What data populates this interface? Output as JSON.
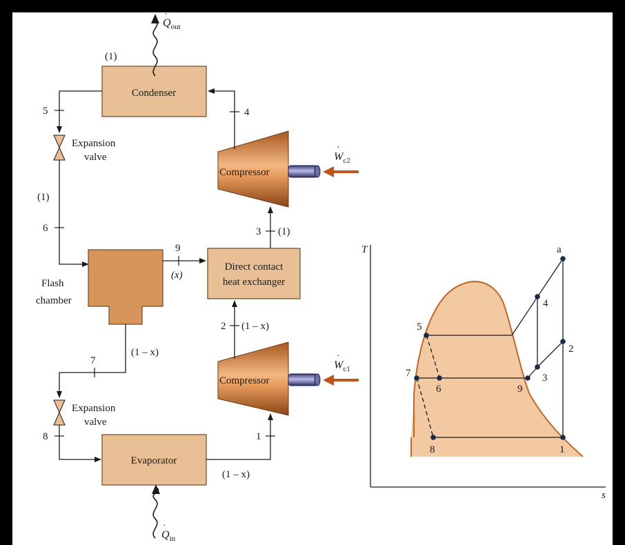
{
  "components": {
    "condenser": "Condenser",
    "expansion_valve_upper_line1": "Expansion",
    "expansion_valve_upper_line2": "valve",
    "expansion_valve_lower_line1": "Expansion",
    "expansion_valve_lower_line2": "valve",
    "flash_chamber_line1": "Flash",
    "flash_chamber_line2": "chamber",
    "hx_line1": "Direct contact",
    "hx_line2": "heat exchanger",
    "compressor_high": "Compressor",
    "compressor_low": "Compressor",
    "evaporator": "Evaporator"
  },
  "energy": {
    "q_out": "Q",
    "q_out_sub": "out",
    "q_in": "Q",
    "q_in_sub": "in",
    "w_c2": "W",
    "w_c2_sub": "c2",
    "w_c1": "W",
    "w_c1_sub": "c1"
  },
  "flows": {
    "condenser_flow": "(1)",
    "valve_flow": "(1)",
    "state3_flow": "(1)",
    "state9_flow": "(x)",
    "state2_flow": "(1 – x)",
    "flash_bottom_flow": "(1 – x)",
    "evap_flow": "(1 – x)"
  },
  "states": {
    "s1": "1",
    "s2": "2",
    "s3": "3",
    "s4": "4",
    "s5": "5",
    "s6": "6",
    "s7": "7",
    "s8": "8",
    "s9": "9"
  },
  "ts_diagram": {
    "y_axis": "T",
    "x_axis": "s",
    "points": [
      "a",
      "4",
      "2",
      "3",
      "5",
      "7",
      "6",
      "9",
      "8",
      "1"
    ]
  },
  "colors": {
    "box_fill": "#e9bf95",
    "box_stroke": "#7a5a3a",
    "flash_fill": "#d8955a",
    "compressor_dark": "#b85e22",
    "compressor_light": "#f0b27a",
    "work_arrow": "#c0561f",
    "dome_fill": "#f2c9a0",
    "dome_stroke": "#c0682a",
    "shaft": "#5a5f9a"
  }
}
